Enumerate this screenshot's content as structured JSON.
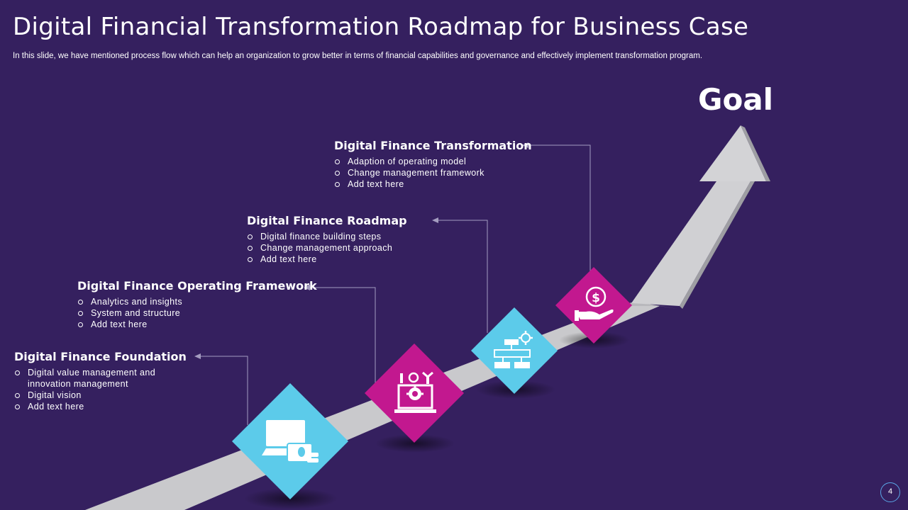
{
  "slide": {
    "title": "Digital Financial Transformation Roadmap for Business Case",
    "subtitle": "In this slide, we have mentioned process flow which can help an organization to grow better in terms of financial capabilities and governance and effectively implement transformation program.",
    "goal_label": "Goal",
    "page_number": "4"
  },
  "stages": [
    {
      "title": "Digital Finance Foundation",
      "bullets": [
        "Digital value management and innovation management",
        "Digital vision",
        "Add text here"
      ],
      "icon": "laptop-wallet-icon",
      "color": "#5ccbea"
    },
    {
      "title": "Digital Finance Operating Framework",
      "bullets": [
        "Analytics and insights",
        "System and structure",
        "Add text here"
      ],
      "icon": "laptop-gear-tools-icon",
      "color": "#c2188f"
    },
    {
      "title": "Digital Finance Roadmap",
      "bullets": [
        "Digital finance building steps",
        "Change management approach",
        "Add text here"
      ],
      "icon": "hierarchy-gear-icon",
      "color": "#5ccbea"
    },
    {
      "title": "Digital Finance Transformation",
      "bullets": [
        "Adaption of operating model",
        "Change management framework",
        "Add text here"
      ],
      "icon": "hand-dollar-icon",
      "color": "#c2188f"
    }
  ],
  "colors": {
    "background": "#35205f",
    "cyan": "#5ccbea",
    "magenta": "#c2188f",
    "road": "#c9c9cc"
  }
}
